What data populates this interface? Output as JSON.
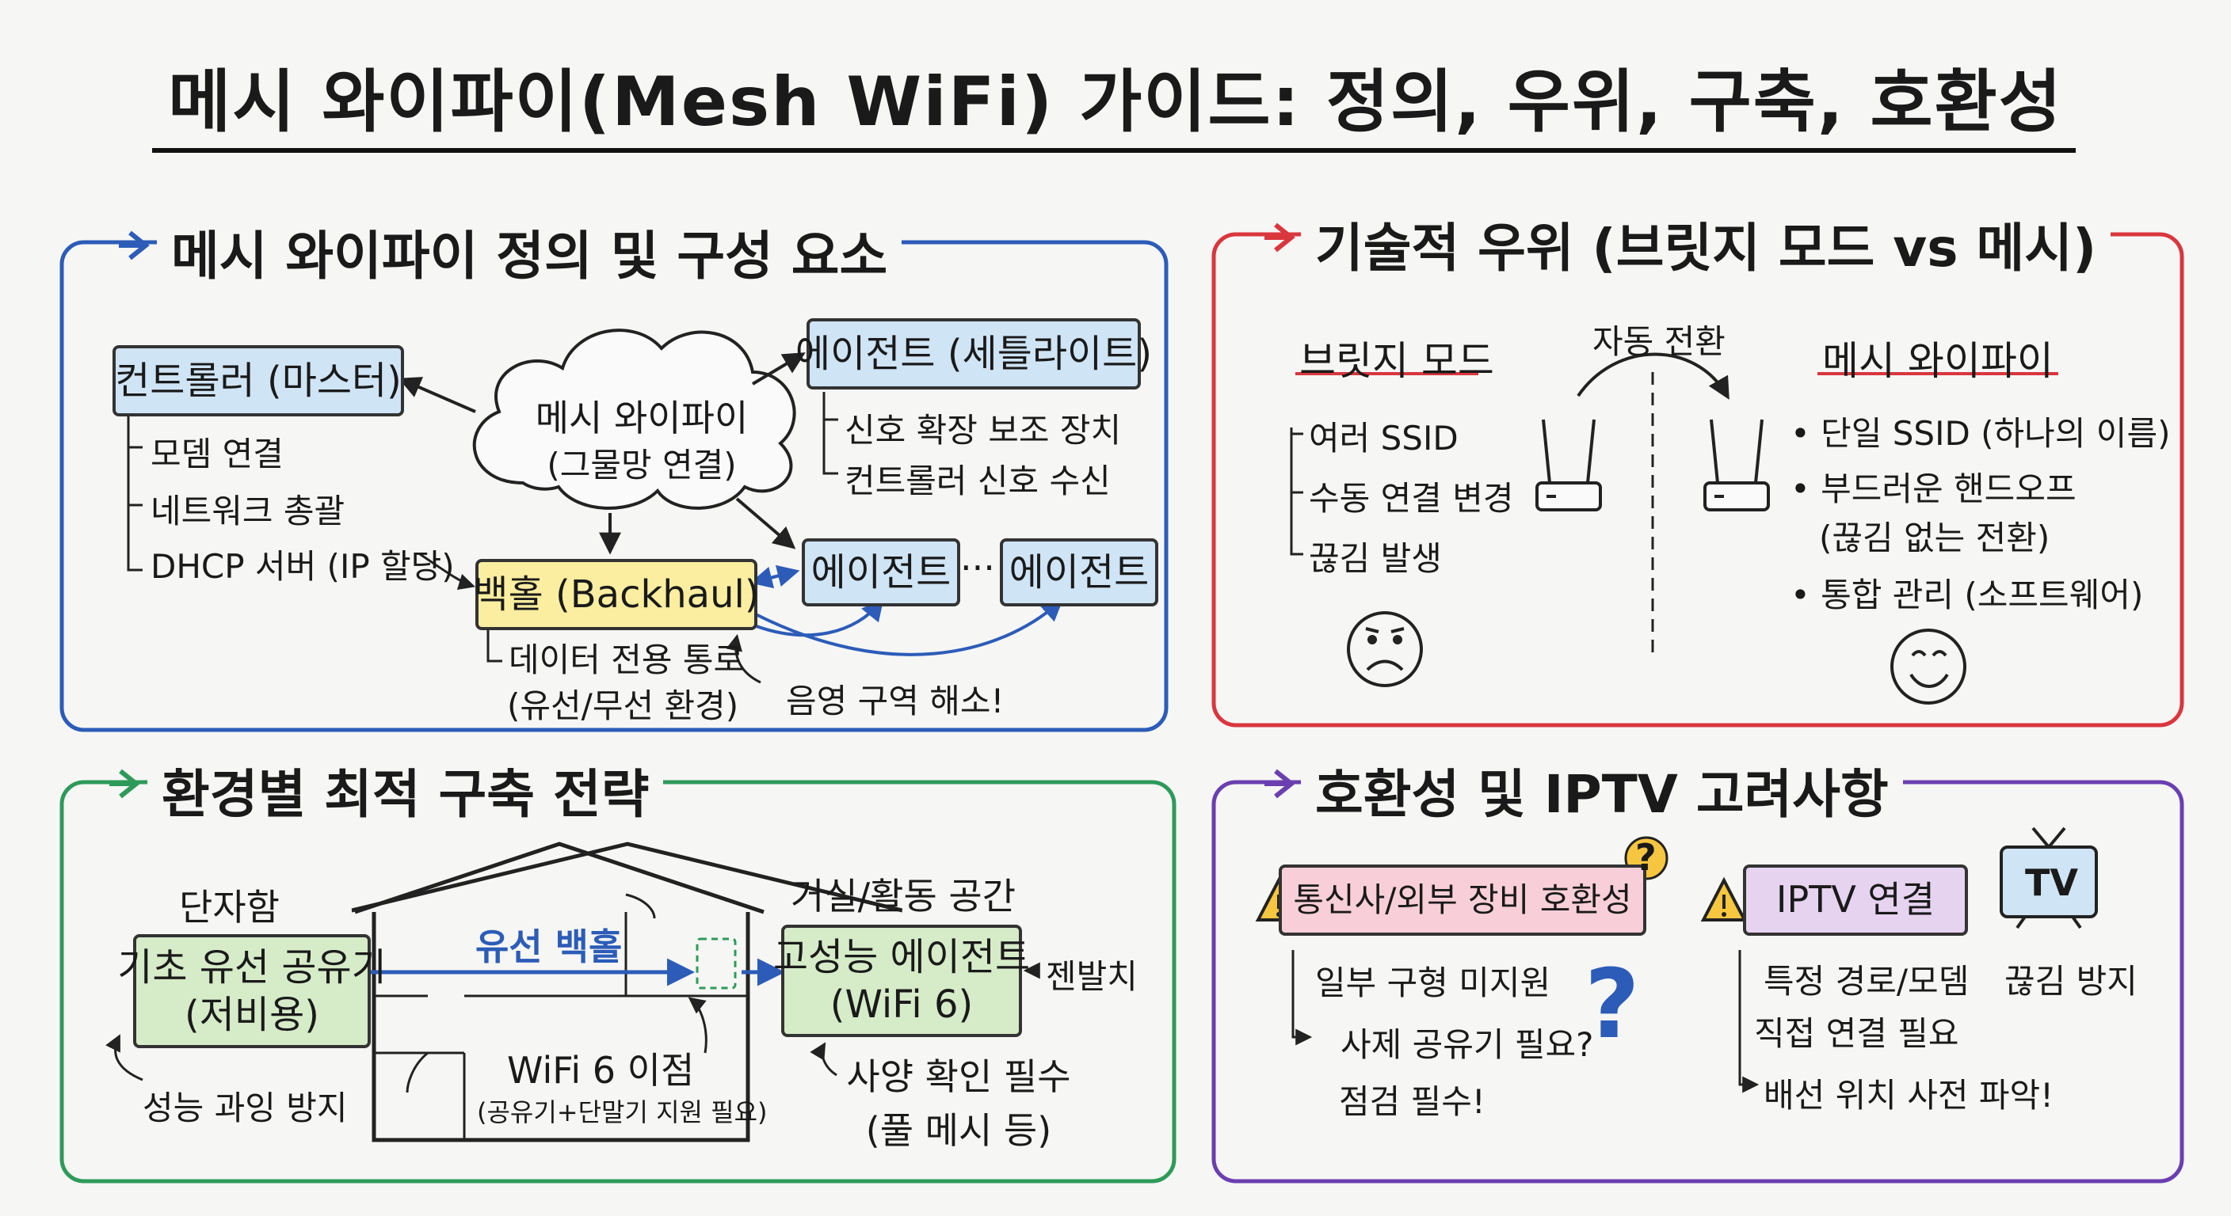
{
  "title": "메시 와이파이(Mesh WiFi) 가이드: 정의, 우위, 구축, 호환성",
  "colors": {
    "blue": "#2c5cb8",
    "red": "#d9363e",
    "green": "#2e9a5a",
    "purple": "#6a3fb0",
    "ink": "#1a1a1a"
  },
  "panel1": {
    "title": "메시 와이파이 정의 및 구성 요소",
    "cloud_line1": "메시 와이파이",
    "cloud_line2": "(그물망 연결)",
    "controller": "컨트롤러 (마스터)",
    "controller_items": [
      "모뎀 연결",
      "네트워크 총괄",
      "DHCP 서버 (IP 할당)"
    ],
    "agent_sat": "에이전트 (세틀라이트)",
    "agent_items": [
      "신호 확장 보조 장치",
      "컨트롤러 신호 수신"
    ],
    "backhaul": "백홀 (Backhaul)",
    "backhaul_items": [
      "데이터 전용 통로",
      "(유선/무선 환경)"
    ],
    "agent_a": "에이전트",
    "dots": "···",
    "agent_b": "에이전트",
    "shadow_note": "음영 구역 해소!"
  },
  "panel2": {
    "title": "기술적 우위 (브릿지 모드 vs 메시)",
    "bridge_title": "브릿지 모드",
    "bridge_items": [
      "여러 SSID",
      "수동 연결 변경",
      "끊김 발생"
    ],
    "switch_label": "자동 전환",
    "mesh_title": "메시 와이파이",
    "mesh_items": [
      "• 단일 SSID (하나의 이름)",
      "• 부드러운 핸드오프",
      "(끊김 없는 전환)",
      "• 통합 관리 (소프트웨어)"
    ],
    "sad_icon": "sad-face-icon",
    "happy_icon": "smile-face-icon"
  },
  "panel3": {
    "title": "환경별 최적 구축 전략",
    "single_home": "단자함",
    "basic_router": [
      "기초 유선 공유기",
      "(저비용)"
    ],
    "overkill": "성능 과잉 방지",
    "wired_backhaul": "유선 백홀",
    "living": "거실/활동 공간",
    "hp_agent": [
      "고성능 에이전트",
      "(WiFi 6)"
    ],
    "gen": "젠발치",
    "wifi6": "WiFi 6 이점",
    "wifi6_note": "(공유기+단말기 지원 필요)",
    "spec_check": [
      "사양 확인 필수",
      "(풀 메시 등)"
    ]
  },
  "panel4": {
    "title": "호환성 및 IPTV 고려사항",
    "isp_compat": "통신사/외부 장비 호환성",
    "isp_items": [
      "일부 구형 미지원",
      "사제 공유기 필요?",
      "점검 필수!"
    ],
    "iptv": "IPTV 연결",
    "iptv_items": [
      "특정 경로/모뎀",
      "직접 연결 필요",
      "배선 위치 사전 파악!"
    ],
    "tv_label": "TV",
    "tv_note": "끊김 방지",
    "question": "?"
  }
}
